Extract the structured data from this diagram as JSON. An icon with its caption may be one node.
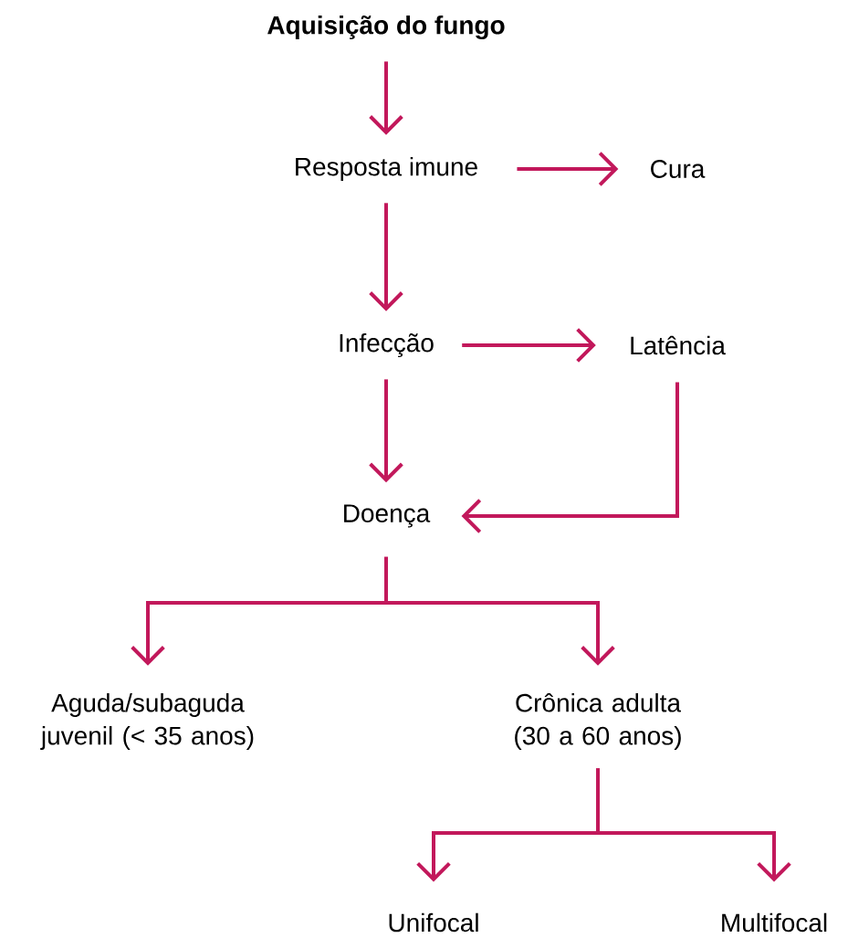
{
  "diagram": {
    "nodes": [
      {
        "text": [
          "Aquisição do fungo"
        ]
      },
      {
        "text": [
          "Resposta imune"
        ]
      },
      {
        "text": [
          "Cura"
        ]
      },
      {
        "text": [
          "Infecção"
        ]
      },
      {
        "text": [
          "Latência"
        ]
      },
      {
        "text": [
          "Doença"
        ]
      },
      {
        "text": [
          "Aguda/subaguda juvenil (< 35 anos)"
        ]
      },
      {
        "text": [
          "Crônica adulta (30 a 60 anos)"
        ]
      },
      {
        "text": [
          "Unifocal"
        ]
      },
      {
        "text": [
          "Multifocal"
        ]
      }
    ],
    "edges": [
      {
        "from": 0,
        "to": 1,
        "arrow": "to"
      },
      {
        "from": 1,
        "to": 2,
        "arrow": "to"
      },
      {
        "from": 1,
        "to": 3,
        "arrow": "to"
      },
      {
        "from": 3,
        "to": 4,
        "arrow": "to"
      },
      {
        "from": 3,
        "to": 5,
        "arrow": "to"
      },
      {
        "from": 4,
        "to": 5,
        "arrow": "to"
      },
      {
        "from": 5,
        "to": 6,
        "arrow": "to"
      },
      {
        "from": 5,
        "to": 7,
        "arrow": "to"
      },
      {
        "from": 7,
        "to": 8,
        "arrow": "to"
      },
      {
        "from": 7,
        "to": 9,
        "arrow": "to"
      }
    ]
  }
}
